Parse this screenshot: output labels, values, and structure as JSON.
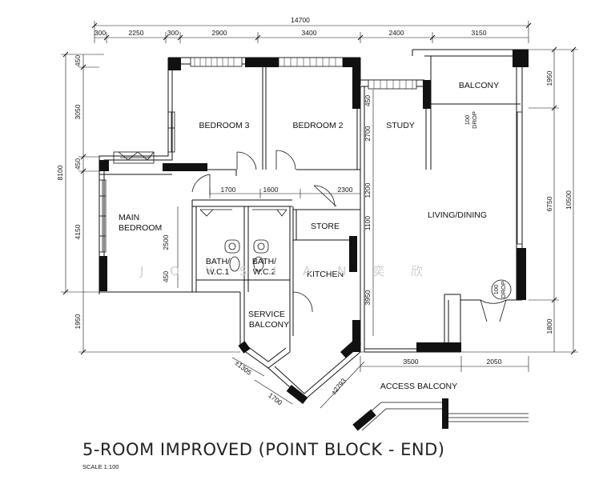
{
  "title": "5-ROOM IMPROVED (POINT BLOCK - END)",
  "scale": "SCALE  1:100",
  "watermark": "J  O  Y  S  I  A  N  奕  欣",
  "top_dimensions": {
    "overall": "14700",
    "segments": [
      "300",
      "2250",
      "300",
      "2900",
      "3400",
      "2400",
      "3150"
    ]
  },
  "left_dimensions": {
    "overall": "8100",
    "segments": [
      "450",
      "3050",
      "450",
      "4150",
      "1950"
    ]
  },
  "right_dimensions": {
    "overall": "10500",
    "segments": [
      "1950",
      "6750",
      "1800"
    ]
  },
  "bottom_dimensions": [
    "3500",
    "2050"
  ],
  "interior_dimensions": {
    "d1700": "1700",
    "d1600": "1600",
    "d2300": "2300",
    "d2500": "2500",
    "d450_bath": "450",
    "d450_study": "450",
    "d2700": "2700",
    "d1200": "1200",
    "d1100": "1100",
    "d3950": "3950",
    "d1305": "±1305",
    "d1700_diag": "1700",
    "d2793": "±2793"
  },
  "rooms": {
    "bedroom3": "BEDROOM 3",
    "bedroom2": "BEDROOM 2",
    "study": "STUDY",
    "balcony": "BALCONY",
    "main_bedroom_1": "MAIN",
    "main_bedroom_2": "BEDROOM",
    "living_dining": "LIVING/DINING",
    "store": "STORE",
    "bath1_1": "BATH/",
    "bath1_2": "W.C.1",
    "bath2_1": "BATH/",
    "bath2_2": "W.C.2",
    "kitchen": "KITCHEN",
    "service_balcony_1": "SERVICE",
    "service_balcony_2": "BALCONY",
    "access_balcony": "ACCESS BALCONY"
  },
  "drops": {
    "drop_balcony_1": "100",
    "drop_balcony_2": "DROP",
    "drop_entry_1": "100",
    "drop_entry_2": "DROP"
  }
}
